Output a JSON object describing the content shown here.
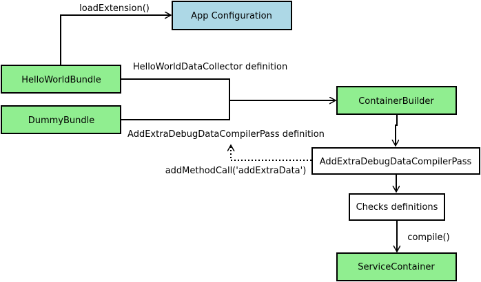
{
  "colors": {
    "green": "#90ee90",
    "blue": "#add8e6",
    "white": "#ffffff",
    "stroke": "#000000"
  },
  "nodes": {
    "app_configuration": "App Configuration",
    "hello_world_bundle": "HelloWorldBundle",
    "dummy_bundle": "DummyBundle",
    "container_builder": "ContainerBuilder",
    "compiler_pass": "AddExtraDebugDataCompilerPass",
    "checks_definitions": "Checks definitions",
    "service_container": "ServiceContainer"
  },
  "edges": {
    "load_extension": "loadExtension()",
    "collector_definition": "HelloWorldDataCollector definition",
    "compiler_pass_definition": "AddExtraDebugDataCompilerPass definition",
    "add_method_call": "addMethodCall('addExtraData')",
    "compile": "compile()"
  }
}
